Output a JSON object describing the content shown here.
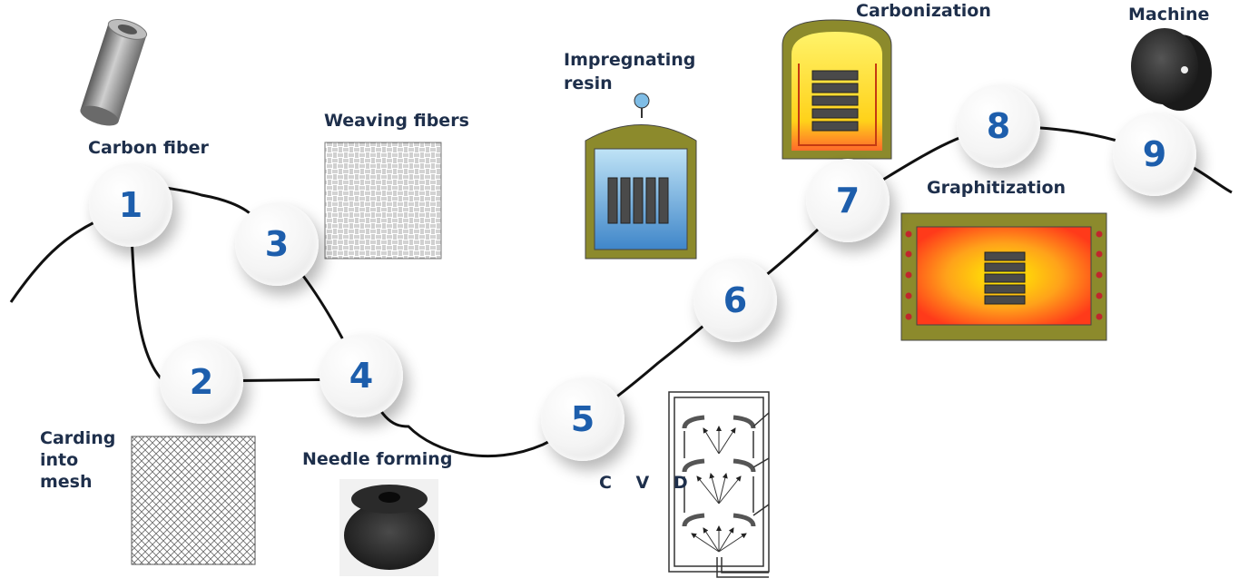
{
  "steps": [
    {
      "num": "1",
      "label": "Carbon fiber"
    },
    {
      "num": "2",
      "label_lines": [
        "Carding",
        "into",
        "mesh"
      ]
    },
    {
      "num": "3",
      "label": "Weaving fibers"
    },
    {
      "num": "4",
      "label": "Needle forming"
    },
    {
      "num": "5",
      "label": "C V D"
    },
    {
      "num": "6"
    },
    {
      "num": "7",
      "label": "Carbonization"
    },
    {
      "num": "8",
      "label": "Graphitization"
    },
    {
      "num": "9",
      "label": "Machine"
    }
  ],
  "extra_labels": {
    "impregnating": [
      "Impregnating",
      "resin"
    ]
  },
  "colors": {
    "number": "#1d5eac",
    "label": "#1e2f4b",
    "furnace_frame": "#8c8a2c",
    "furnace_inner_hot": "#ff5a1a",
    "furnace_inner_warm": "#ffe600",
    "resin_tank": "#4a8fcf"
  }
}
